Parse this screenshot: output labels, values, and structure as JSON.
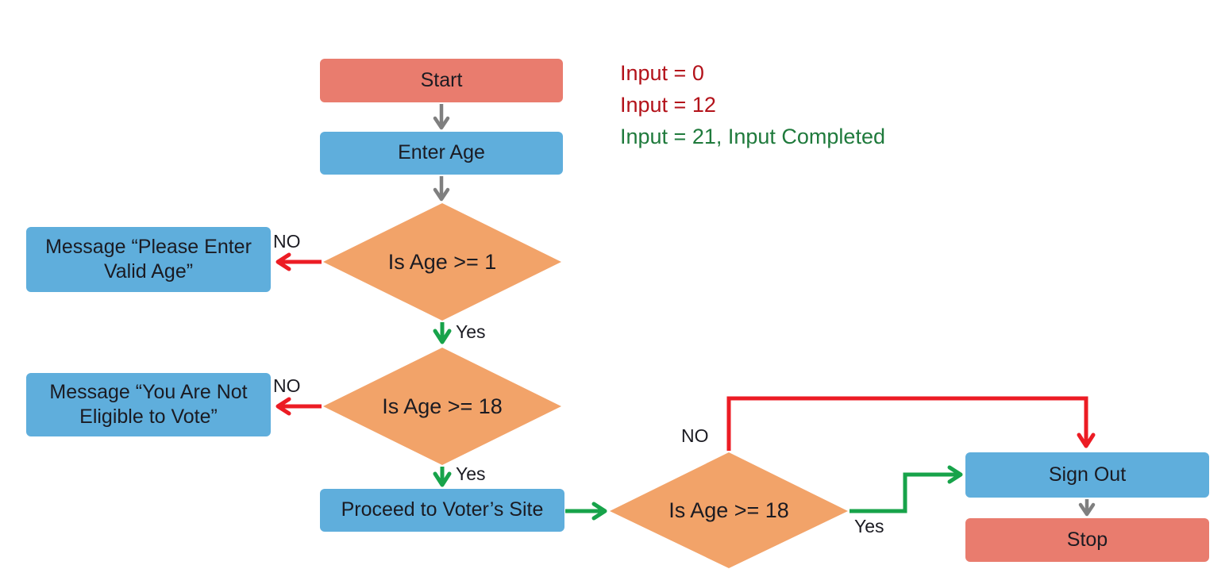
{
  "flowchart": {
    "nodes": {
      "start": "Start",
      "enter_age": "Enter Age",
      "invalid_age_message": "Message “Please Enter Valid Age”",
      "is_age_ge_1": "Is Age >= 1",
      "not_eligible_message": "Message “You Are Not Eligible to Vote”",
      "is_age_ge_18": "Is Age >= 18",
      "proceed_to_voters_site": "Proceed to Voter’s Site",
      "is_age_ge_18_confirm": "Is Age >= 18",
      "sign_out": "Sign Out",
      "stop": "Stop"
    },
    "edge_labels": {
      "no_valid": "NO",
      "yes_valid": "Yes",
      "no_eligible": "NO",
      "yes_eligible": "Yes",
      "no_confirm": "NO",
      "yes_confirm": "Yes"
    },
    "colors": {
      "terminator_fill": "#e97c6e",
      "process_fill": "#5faedc",
      "decision_fill": "#f2a369",
      "no_arrow": "#ec1c24",
      "yes_arrow": "#17a34a",
      "flow_arrow": "#7f7f7f",
      "node_text": "#1b1b22",
      "annotation_red": "#b3121a",
      "annotation_green": "#1f7a3c"
    }
  },
  "annotations": [
    {
      "text": "Input = 0"
    },
    {
      "text": "Input = 12"
    },
    {
      "text": "Input = 21, Input Completed"
    }
  ]
}
